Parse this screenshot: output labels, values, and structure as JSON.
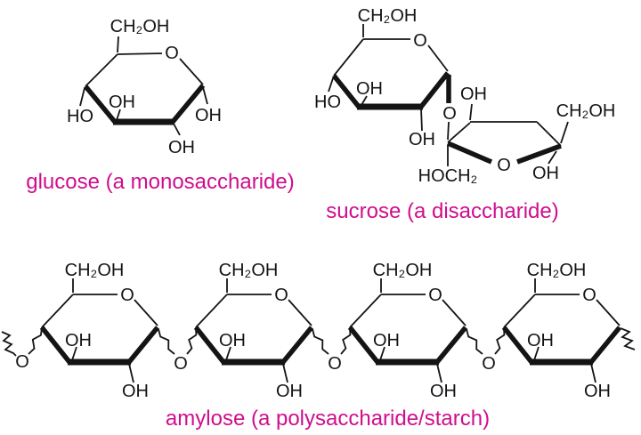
{
  "colors": {
    "background": "#ffffff",
    "structure": "#141414",
    "caption": "#cf0e8e"
  },
  "atom_labels": {
    "ch2oh": "CH₂OH",
    "hoch2": "HOCH₂",
    "oh": "OH",
    "ho": "HO",
    "ring_o": "O",
    "bridge_o": "O"
  },
  "captions": {
    "glucose": "glucose (a monosaccharide)",
    "sucrose": "sucrose (a disaccharide)",
    "amylose": "amylose (a polysaccharide/starch)"
  }
}
